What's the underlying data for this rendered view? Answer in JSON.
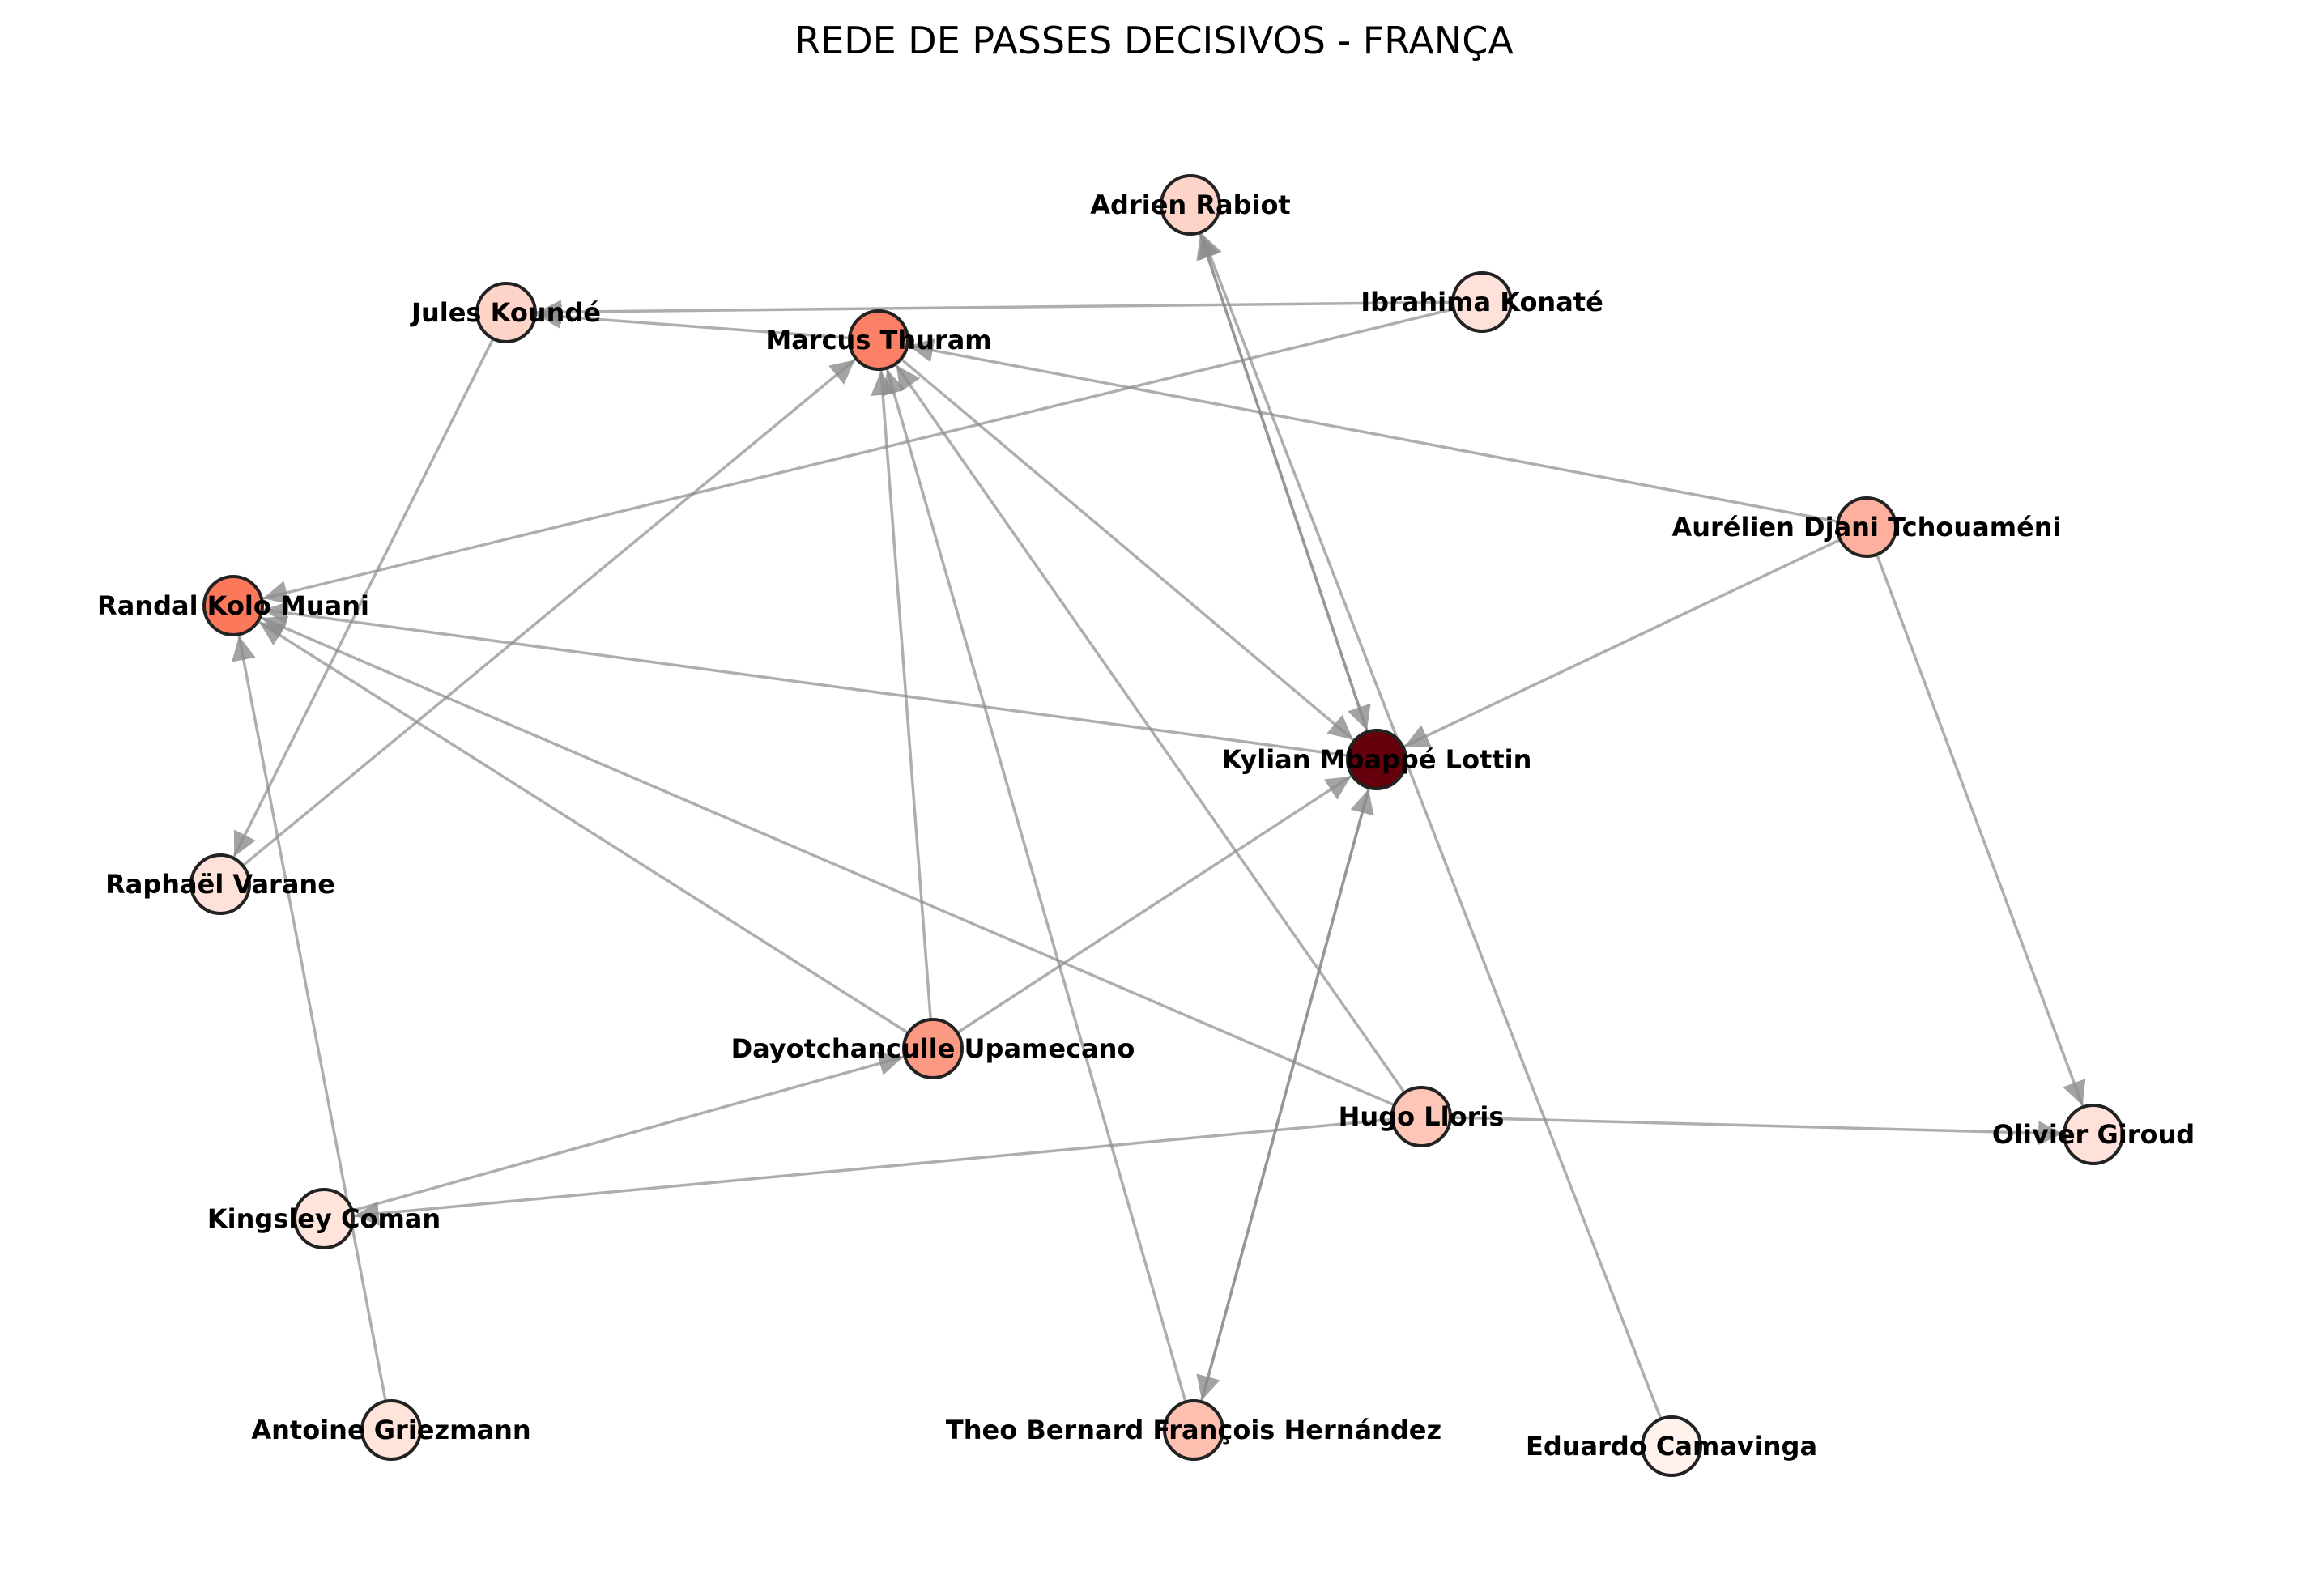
{
  "title": "REDE DE PASSES DECISIVOS - FRANÇA",
  "colors": {
    "edge": "#8c8c8c",
    "node_stroke": "#222222",
    "scale_low": "#fff5f0",
    "scale_mid": "#fb6a4a",
    "scale_high": "#67000d"
  },
  "graph": {
    "nodes": [
      {
        "id": "rabiot",
        "label": "Adrien Rabiot",
        "intensity": 0.12
      },
      {
        "id": "konate",
        "label": "Ibrahima Konaté",
        "intensity": 0.07
      },
      {
        "id": "kounde",
        "label": "Jules Koundé",
        "intensity": 0.12
      },
      {
        "id": "thuram",
        "label": "Marcus Thuram",
        "intensity": 0.42
      },
      {
        "id": "tchouameni",
        "label": "Aurélien Djani Tchouaméni",
        "intensity": 0.25
      },
      {
        "id": "kolo",
        "label": "Randal Kolo Muani",
        "intensity": 0.45
      },
      {
        "id": "mbappe",
        "label": "Kylian Mbappé Lottin",
        "intensity": 1.0
      },
      {
        "id": "varane",
        "label": "Raphaël Varane",
        "intensity": 0.07
      },
      {
        "id": "upamecano",
        "label": "Dayotchanculle Upamecano",
        "intensity": 0.33
      },
      {
        "id": "lloris",
        "label": "Hugo Lloris",
        "intensity": 0.17
      },
      {
        "id": "giroud",
        "label": "Olivier Giroud",
        "intensity": 0.07
      },
      {
        "id": "coman",
        "label": "Kingsley Coman",
        "intensity": 0.06
      },
      {
        "id": "griezmann",
        "label": "Antoine Griezmann",
        "intensity": 0.06
      },
      {
        "id": "hernandez",
        "label": "Theo Bernard François Hernández",
        "intensity": 0.19
      },
      {
        "id": "camavinga",
        "label": "Eduardo Camavinga",
        "intensity": 0.01
      }
    ],
    "edges": [
      {
        "from": "konate",
        "to": "kounde"
      },
      {
        "from": "thuram",
        "to": "kounde"
      },
      {
        "from": "kounde",
        "to": "varane"
      },
      {
        "from": "konate",
        "to": "kolo"
      },
      {
        "from": "tchouameni",
        "to": "thuram"
      },
      {
        "from": "varane",
        "to": "thuram"
      },
      {
        "from": "upamecano",
        "to": "thuram"
      },
      {
        "from": "hernandez",
        "to": "thuram"
      },
      {
        "from": "lloris",
        "to": "thuram"
      },
      {
        "from": "thuram",
        "to": "mbappe"
      },
      {
        "from": "rabiot",
        "to": "mbappe"
      },
      {
        "from": "mbappe",
        "to": "rabiot"
      },
      {
        "from": "camavinga",
        "to": "rabiot"
      },
      {
        "from": "tchouameni",
        "to": "mbappe"
      },
      {
        "from": "tchouameni",
        "to": "giroud"
      },
      {
        "from": "mbappe",
        "to": "kolo"
      },
      {
        "from": "upamecano",
        "to": "kolo"
      },
      {
        "from": "lloris",
        "to": "kolo"
      },
      {
        "from": "griezmann",
        "to": "kolo"
      },
      {
        "from": "upamecano",
        "to": "mbappe"
      },
      {
        "from": "hernandez",
        "to": "mbappe"
      },
      {
        "from": "mbappe",
        "to": "hernandez"
      },
      {
        "from": "lloris",
        "to": "giroud"
      },
      {
        "from": "lloris",
        "to": "coman"
      },
      {
        "from": "coman",
        "to": "upamecano"
      }
    ]
  }
}
